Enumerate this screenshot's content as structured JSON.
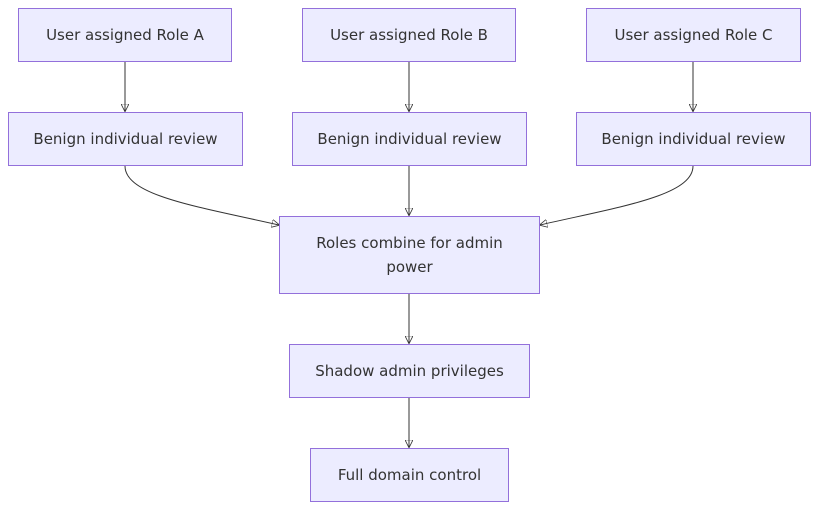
{
  "nodes": {
    "role_a": "User assigned Role A",
    "role_b": "User assigned Role B",
    "role_c": "User assigned Role C",
    "review_a": "Benign individual review",
    "review_b": "Benign individual review",
    "review_c": "Benign individual review",
    "combine": "Roles combine for admin power",
    "shadow": "Shadow admin privileges",
    "domain": "Full domain control"
  },
  "colors": {
    "node_fill": "#ececff",
    "node_border": "#9370db",
    "text": "#333333",
    "edge": "#333333"
  }
}
